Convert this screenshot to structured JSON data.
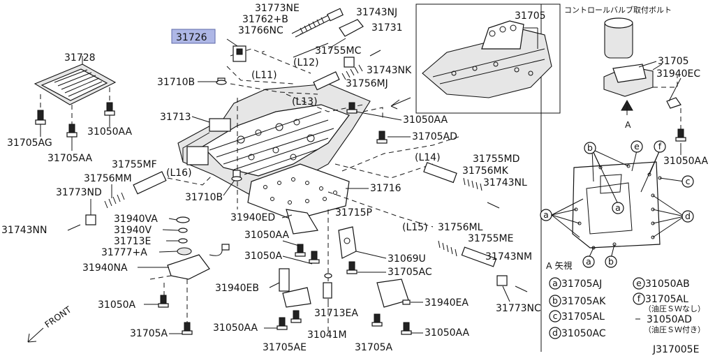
{
  "diagram": {
    "code": "J317005E",
    "labels": {
      "p31726": "31726",
      "p31728": "31728",
      "p31773NE": "31773NE",
      "p31762B": "31762+B",
      "p31766NC": "31766NC",
      "p31743NJ": "31743NJ",
      "p31731": "31731",
      "p31705_top": "31705",
      "p31755MC": "31755MC",
      "p31743NK": "31743NK",
      "p31756MJ": "31756MJ",
      "L11": "(L11)",
      "L12": "(L12)",
      "L13": "(L13)",
      "L14": "(L14)",
      "L15": "(L15)",
      "L16": "(L16)",
      "p31710B_top": "31710B",
      "p31713": "31713",
      "p31050AA_a": "31050AA",
      "p31705AD": "31705AD",
      "p31705AG": "31705AG",
      "p31705AA_a": "31705AA",
      "p31050AA_b": "31050AA",
      "p31755MF": "31755MF",
      "p31756MM": "31756MM",
      "p31773ND": "31773ND",
      "p31755MD": "31755MD",
      "p31756MK": "31756MK",
      "p31743NL": "31743NL",
      "p31716": "31716",
      "p31710B_mid": "31710B",
      "p31940ED": "31940ED",
      "p31715P": "31715P",
      "p31743NN": "31743NN",
      "p31940VA": "31940VA",
      "p31940V": "31940V",
      "p31713E": "31713E",
      "p31777A": "31777+A",
      "p31050AA_c": "31050AA",
      "p31050A_a": "31050A",
      "p31069U": "31069U",
      "p31756ML": "31756ML",
      "p31755ME": "31755ME",
      "p31743NM": "31743NM",
      "p31940NA": "31940NA",
      "p31705AC": "31705AC",
      "p31940EB": "31940EB",
      "p31713EA": "31713EA",
      "p31940EA": "31940EA",
      "p31773NC": "31773NC",
      "p31050A_b": "31050A",
      "p31050AA_d": "31050AA",
      "p31041M": "31041M",
      "p31050AA_e": "31050AA",
      "p31705A_a": "31705A",
      "p31705AE": "31705AE",
      "p31705A_b": "31705A",
      "front": "FRONT"
    },
    "right_panel": {
      "title": "コントロールバルブ取付ボルト",
      "p31705": "31705",
      "p31940EC": "31940EC",
      "p31050AA": "31050AA",
      "arrow_label": "A",
      "view_label": "A 矢視",
      "markers": [
        "b",
        "e",
        "f",
        "c",
        "a",
        "d",
        "a",
        "b"
      ],
      "legend": [
        {
          "key": "a",
          "part": "31705AJ"
        },
        {
          "key": "e",
          "part": "31050AB"
        },
        {
          "key": "b",
          "part": "31705AK"
        },
        {
          "key": "f",
          "part": "31705AL"
        },
        {
          "key": "c",
          "part": "31705AL"
        },
        {
          "key": "d",
          "part": "31050AC"
        }
      ],
      "note_no_sw": "（油圧ＳＷなし）",
      "note_alt_part": "31050AD",
      "note_with_sw": "（油圧ＳＷ付き）"
    }
  }
}
